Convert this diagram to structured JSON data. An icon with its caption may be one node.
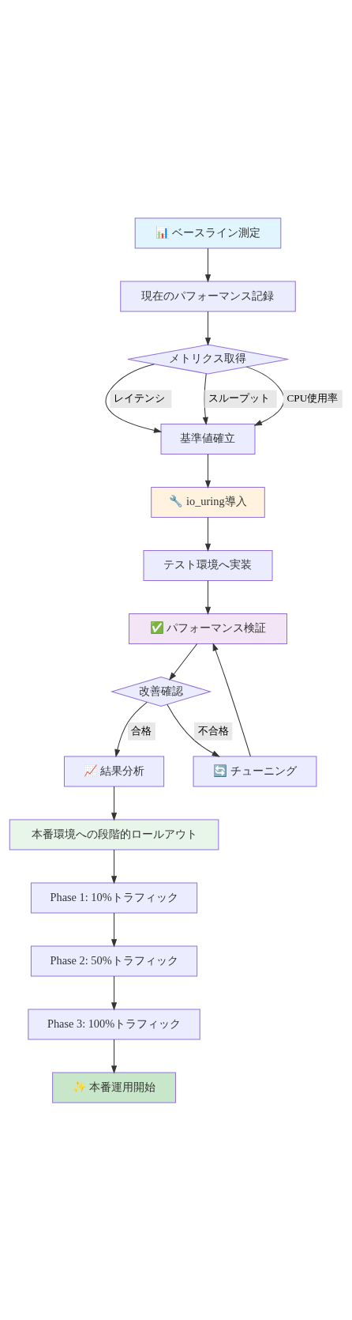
{
  "diagram": {
    "nodes": [
      {
        "text": [
          "📊 ベースライン測定"
        ]
      },
      {
        "text": [
          "現在のパフォーマンス記録"
        ]
      },
      {
        "text": [
          "メトリクス取得"
        ]
      },
      {
        "text": [
          "基準値確立"
        ]
      },
      {
        "text": [
          "🔧 io_uring導入"
        ]
      },
      {
        "text": [
          "テスト環境へ実装"
        ]
      },
      {
        "text": [
          "✅ パフォーマンス検証"
        ]
      },
      {
        "text": [
          "改善確認"
        ]
      },
      {
        "text": [
          "📈 結果分析"
        ]
      },
      {
        "text": [
          "🔄 チューニング"
        ]
      },
      {
        "text": [
          "本番環境への段階的ロールアウト"
        ]
      },
      {
        "text": [
          "Phase 1: 10%トラフィック"
        ]
      },
      {
        "text": [
          "Phase 2: 50%トラフィック"
        ]
      },
      {
        "text": [
          "Phase 3: 100%トラフィック"
        ]
      },
      {
        "text": [
          "✨ 本番運用開始"
        ]
      }
    ],
    "edges": [
      {
        "from": 0,
        "to": 1,
        "arrow": "to"
      },
      {
        "from": 1,
        "to": 2,
        "arrow": "to"
      },
      {
        "from": 2,
        "to": 3,
        "arrow": "to",
        "label": "レイテンシ"
      },
      {
        "from": 2,
        "to": 3,
        "arrow": "to",
        "label": "スループット"
      },
      {
        "from": 2,
        "to": 3,
        "arrow": "to",
        "label": "CPU使用率"
      },
      {
        "from": 3,
        "to": 4,
        "arrow": "to"
      },
      {
        "from": 4,
        "to": 5,
        "arrow": "to"
      },
      {
        "from": 5,
        "to": 6,
        "arrow": "to"
      },
      {
        "from": 6,
        "to": 7,
        "arrow": "to"
      },
      {
        "from": 7,
        "to": 8,
        "arrow": "to",
        "label": "合格"
      },
      {
        "from": 7,
        "to": 9,
        "arrow": "to",
        "label": "不合格"
      },
      {
        "from": 9,
        "to": 6,
        "arrow": "to"
      },
      {
        "from": 8,
        "to": 10,
        "arrow": "to"
      },
      {
        "from": 10,
        "to": 11,
        "arrow": "to"
      },
      {
        "from": 11,
        "to": 12,
        "arrow": "to"
      },
      {
        "from": 12,
        "to": 13,
        "arrow": "to"
      },
      {
        "from": 13,
        "to": 14,
        "arrow": "to"
      }
    ]
  }
}
